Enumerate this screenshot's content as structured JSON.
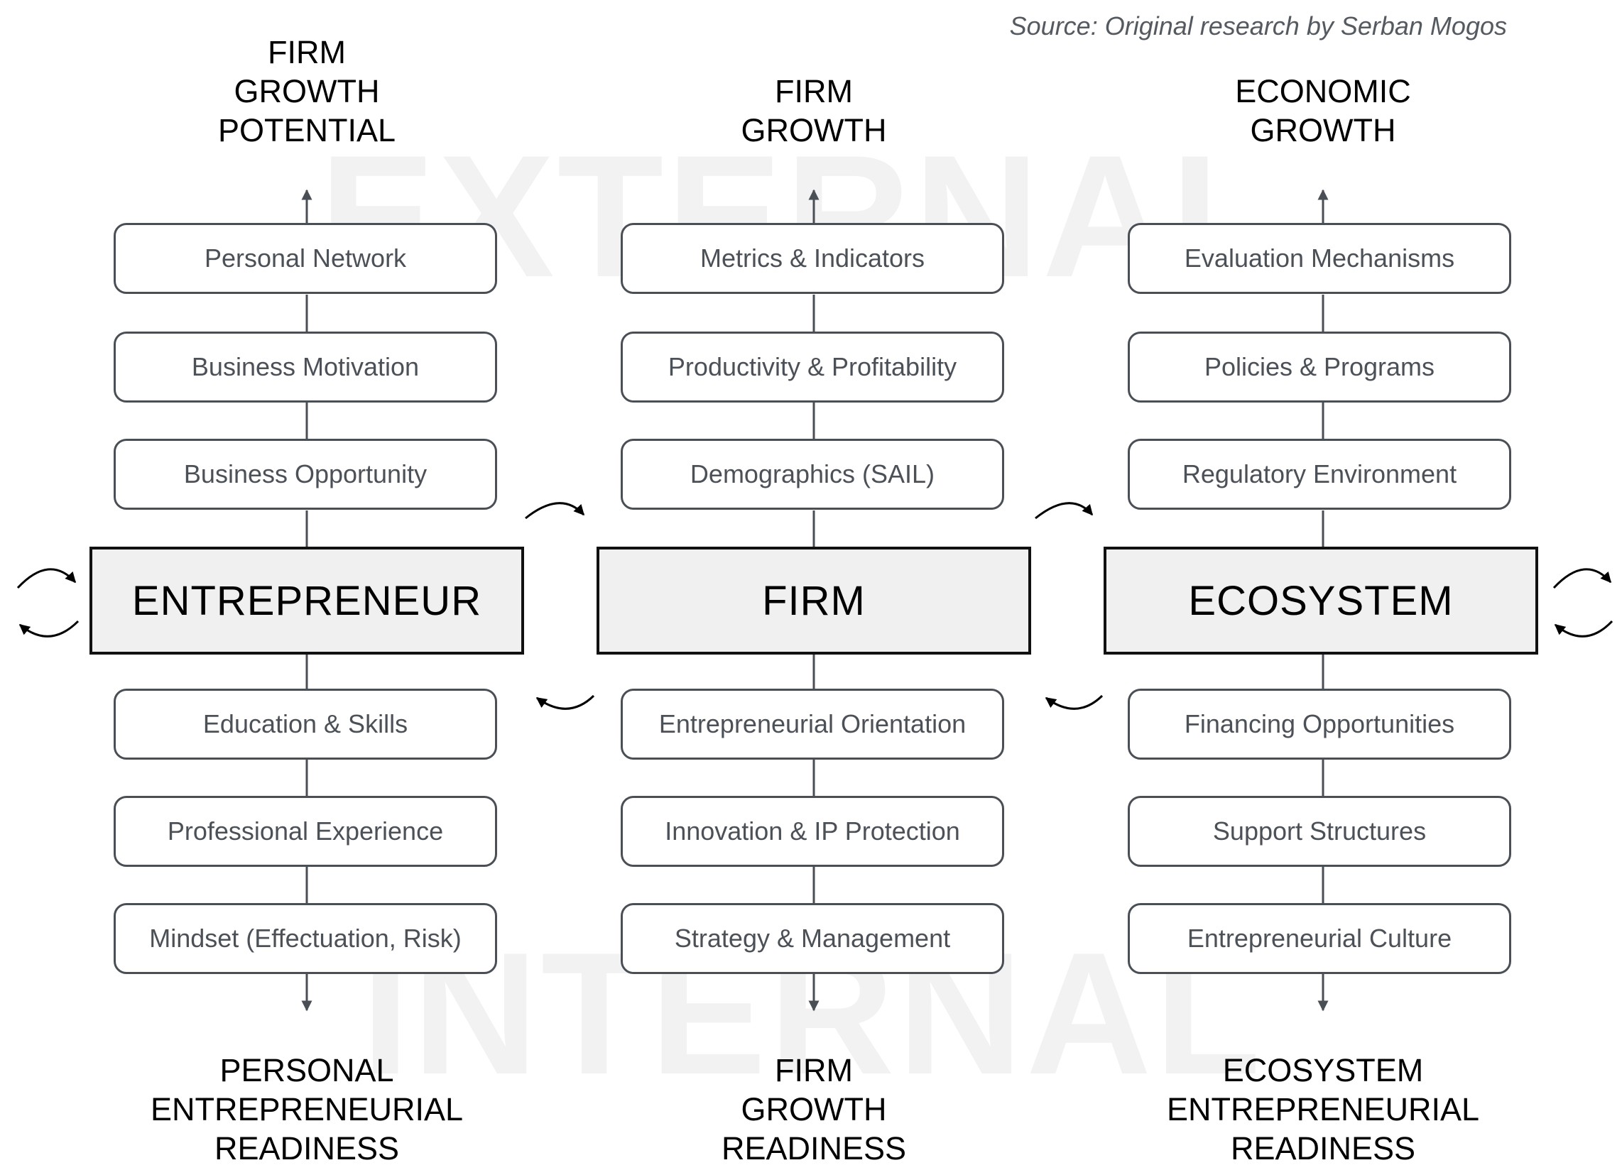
{
  "source": "Source: Original research by Serban Mogos",
  "watermarks": {
    "top": "EXTERNAL",
    "bottom": "INTERNAL"
  },
  "columns": [
    {
      "top_heading": [
        "FIRM",
        "GROWTH",
        "POTENTIAL"
      ],
      "external_factors": [
        "Personal Network",
        "Business Motivation",
        "Business Opportunity"
      ],
      "center": "ENTREPRENEUR",
      "internal_factors": [
        "Education & Skills",
        "Professional Experience",
        "Mindset (Effectuation, Risk)"
      ],
      "bottom_heading": [
        "PERSONAL",
        "ENTREPRENEURIAL",
        "READINESS"
      ]
    },
    {
      "top_heading": [
        "FIRM",
        "GROWTH"
      ],
      "external_factors": [
        "Metrics & Indicators",
        "Productivity & Profitability",
        "Demographics (SAIL)"
      ],
      "center": "FIRM",
      "internal_factors": [
        "Entrepreneurial Orientation",
        "Innovation & IP Protection",
        "Strategy & Management"
      ],
      "bottom_heading": [
        "FIRM",
        "GROWTH",
        "READINESS"
      ]
    },
    {
      "top_heading": [
        "ECONOMIC",
        "GROWTH"
      ],
      "external_factors": [
        "Evaluation Mechanisms",
        "Policies & Programs",
        "Regulatory Environment"
      ],
      "center": "ECOSYSTEM",
      "internal_factors": [
        "Financing Opportunities",
        "Support Structures",
        "Entrepreneurial Culture"
      ],
      "bottom_heading": [
        "ECOSYSTEM",
        "ENTREPRENEURIAL",
        "READINESS"
      ]
    }
  ]
}
